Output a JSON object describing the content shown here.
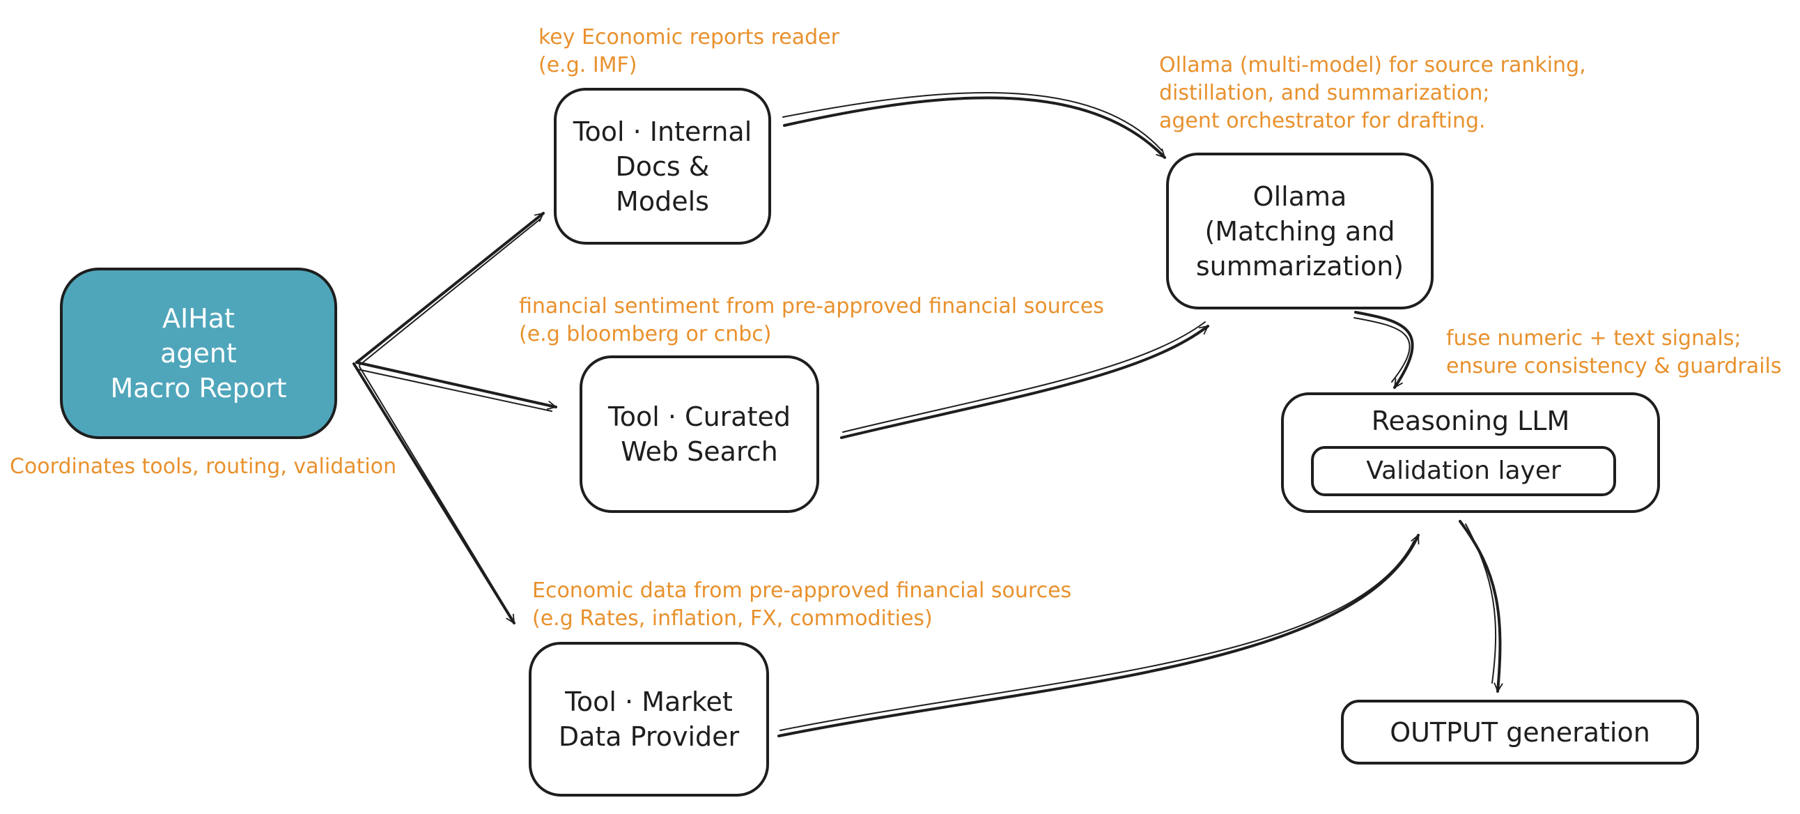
{
  "diagram": {
    "nodes": {
      "agent": {
        "label": "AIHat\nagent\nMacro Report"
      },
      "internal_docs": {
        "label": "Tool · Internal\nDocs &\nModels"
      },
      "web_search": {
        "label": "Tool · Curated\nWeb Search"
      },
      "market_data": {
        "label": "Tool · Market\nData Provider"
      },
      "ollama": {
        "label": "Ollama\n(Matching and\nsummarization)"
      },
      "reasoning": {
        "label": "Reasoning LLM"
      },
      "validation": {
        "label": "Validation layer"
      },
      "output": {
        "label": "OUTPUT generation"
      }
    },
    "notes": {
      "agent": "Coordinates tools, routing, validation",
      "internal_docs": "key Economic reports reader\n(e.g. IMF)",
      "web_search": "financial sentiment from pre-approved financial sources\n(e.g bloomberg or cnbc)",
      "market_data": "Economic data from pre-approved financial sources\n(e.g Rates, inflation, FX, commodities)",
      "ollama": "Ollama (multi-model) for source ranking,\ndistillation, and summarization;\nagent orchestrator for drafting.",
      "reasoning": "fuse numeric + text signals;\nensure consistency & guardrails"
    },
    "edges": [
      {
        "from": "agent",
        "to": "internal_docs"
      },
      {
        "from": "agent",
        "to": "web_search"
      },
      {
        "from": "agent",
        "to": "market_data"
      },
      {
        "from": "internal_docs",
        "to": "ollama"
      },
      {
        "from": "web_search",
        "to": "ollama"
      },
      {
        "from": "ollama",
        "to": "reasoning"
      },
      {
        "from": "market_data",
        "to": "reasoning"
      },
      {
        "from": "reasoning",
        "to": "output"
      }
    ],
    "colors": {
      "primary_fill": "#4fa6bb",
      "stroke": "#1e1e1e",
      "annotation": "#e8912d"
    }
  }
}
